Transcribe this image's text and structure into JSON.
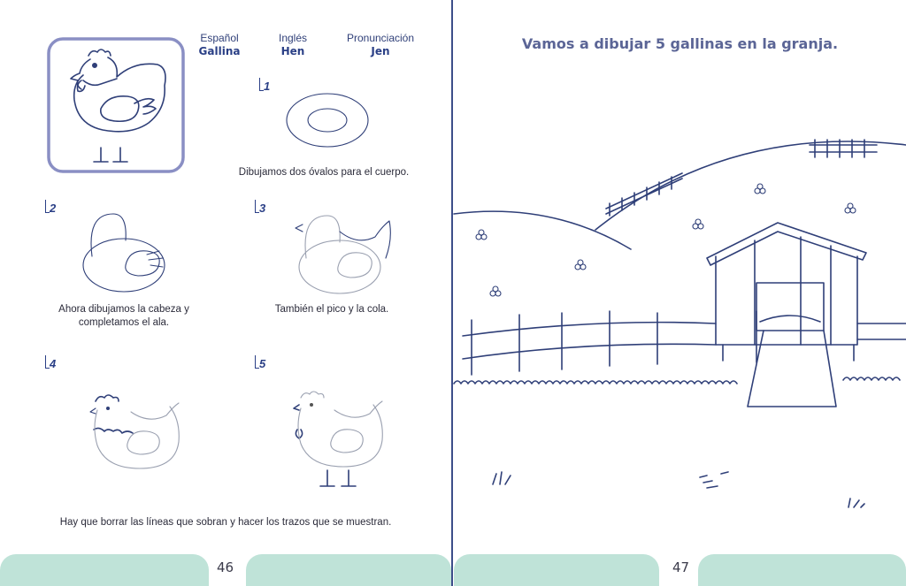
{
  "left_page": {
    "header": {
      "col1_label": "Español",
      "col1_value": "Gallina",
      "col2_label": "Inglés",
      "col2_value": "Hen",
      "col3_label": "Pronunciación",
      "col3_value": "Jen"
    },
    "steps": [
      {
        "number": "1",
        "caption": "Dibujamos dos óvalos para el cuerpo."
      },
      {
        "number": "2",
        "caption": "Ahora dibujamos la cabeza y completamos el ala."
      },
      {
        "number": "3",
        "caption": "También el pico y la cola."
      },
      {
        "number": "4",
        "caption": ""
      },
      {
        "number": "5",
        "caption": ""
      }
    ],
    "footer_note": "Hay que borrar las líneas que sobran y hacer los trazos que se muestran.",
    "page_number": "46"
  },
  "right_page": {
    "title": "Vamos a dibujar 5 gallinas en la granja.",
    "page_number": "47"
  },
  "colors": {
    "ink": "#2f3f78",
    "frame": "#8a8fc4",
    "band": "#bfe3d8"
  }
}
